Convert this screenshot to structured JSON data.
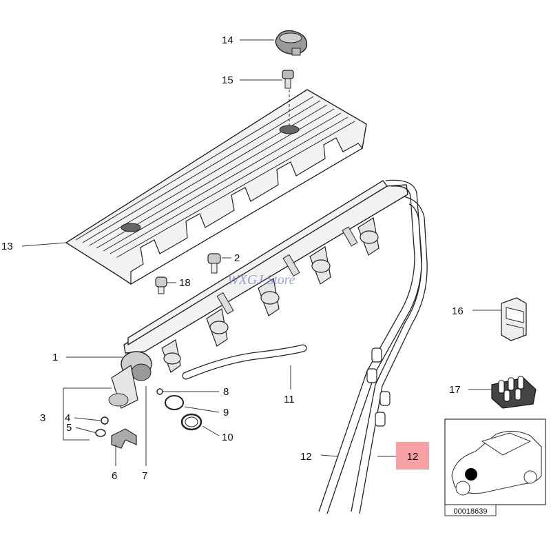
{
  "watermark": "WXGJ Store",
  "diagram_code": "00018639",
  "highlight_color": "#f7a1a4",
  "callouts": [
    {
      "id": "c14",
      "text": "14"
    },
    {
      "id": "c15",
      "text": "15"
    },
    {
      "id": "c13",
      "text": "13"
    },
    {
      "id": "c2",
      "text": "2"
    },
    {
      "id": "c18",
      "text": "18"
    },
    {
      "id": "c1",
      "text": "1"
    },
    {
      "id": "c3",
      "text": "3"
    },
    {
      "id": "c4",
      "text": "4"
    },
    {
      "id": "c5",
      "text": "5"
    },
    {
      "id": "c6",
      "text": "6"
    },
    {
      "id": "c7",
      "text": "7"
    },
    {
      "id": "c8",
      "text": "8"
    },
    {
      "id": "c9",
      "text": "9"
    },
    {
      "id": "c10",
      "text": "10"
    },
    {
      "id": "c11",
      "text": "11"
    },
    {
      "id": "c12",
      "text": "12"
    },
    {
      "id": "c12h",
      "text": "12"
    },
    {
      "id": "c16",
      "text": "16"
    },
    {
      "id": "c17",
      "text": "17"
    }
  ]
}
